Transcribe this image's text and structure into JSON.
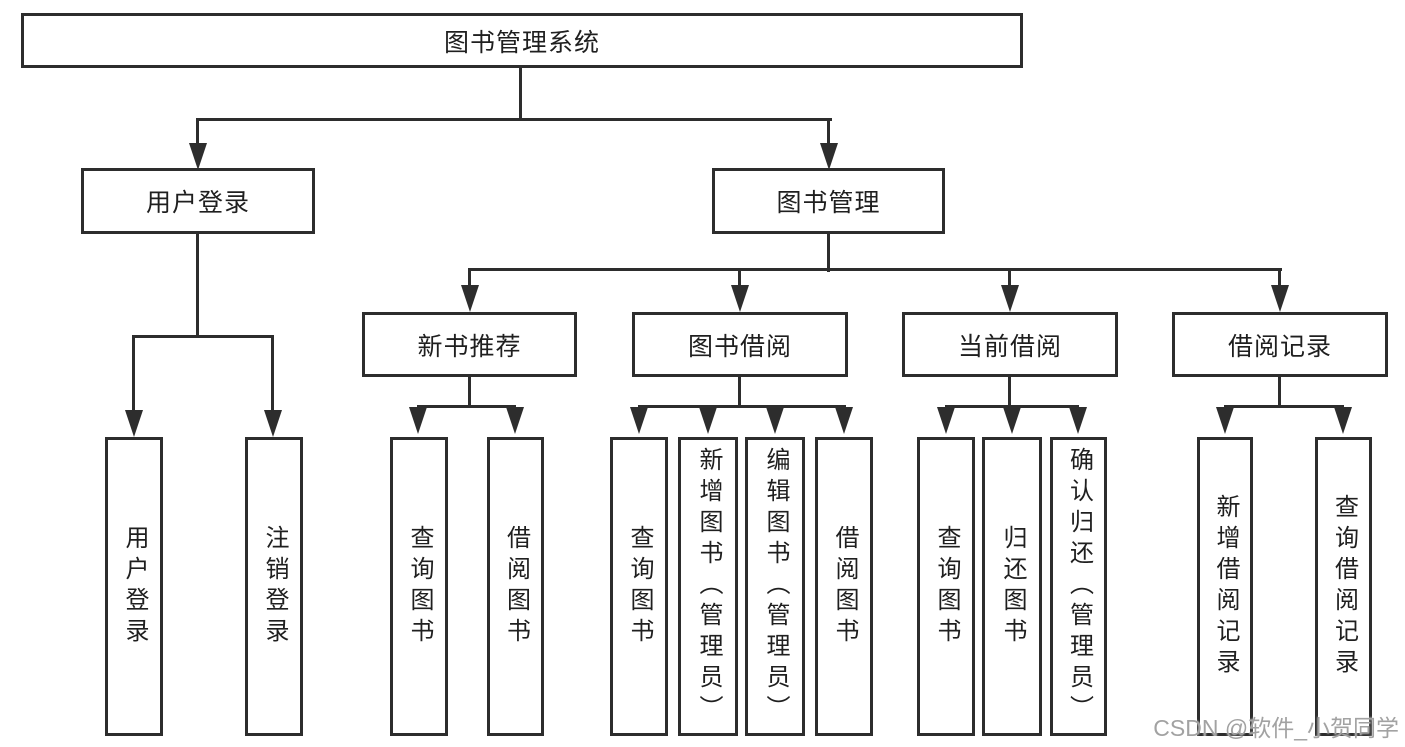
{
  "style": {
    "background": "#ffffff",
    "box_background": "#ffffff",
    "line_color": "#2d2d2d",
    "text_color": "#1f1f1f",
    "watermark_color": "#a2a2a2"
  },
  "tree": {
    "root": "图书管理系统",
    "branches": [
      {
        "label": "用户登录",
        "children": [
          "用户登录",
          "注销登录"
        ]
      },
      {
        "label": "图书管理",
        "groups": [
          {
            "label": "新书推荐",
            "children": [
              "查询图书",
              "借阅图书"
            ]
          },
          {
            "label": "图书借阅",
            "children": [
              "查询图书",
              "新增图书（管理员）",
              "编辑图书（管理员）",
              "借阅图书"
            ]
          },
          {
            "label": "当前借阅",
            "children": [
              "查询图书",
              "归还图书",
              "确认归还（管理员）"
            ]
          },
          {
            "label": "借阅记录",
            "children": [
              "新增借阅记录",
              "查询借阅记录"
            ]
          }
        ]
      }
    ]
  },
  "watermark": {
    "text": "CSDN @软件_小贺同学"
  }
}
